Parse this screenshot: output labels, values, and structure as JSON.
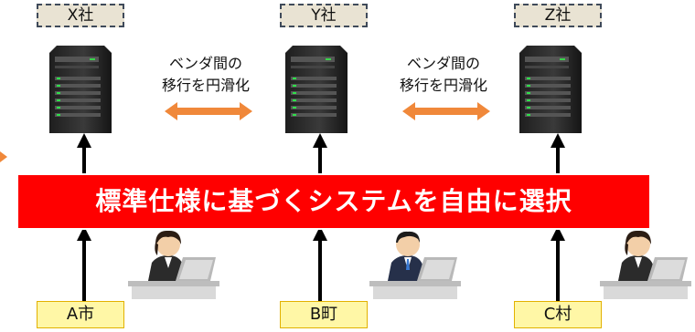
{
  "vendors": [
    {
      "label": "X社"
    },
    {
      "label": "Y社"
    },
    {
      "label": "Z社"
    }
  ],
  "migration_captions": [
    {
      "line1": "ベンダ間の",
      "line2": "移行を円滑化"
    },
    {
      "line1": "ベンダ間の",
      "line2": "移行を円滑化"
    }
  ],
  "banner": {
    "text": "標準仕様に基づくシステムを自由に選択"
  },
  "municipalities": [
    {
      "label": "A市"
    },
    {
      "label": "B町"
    },
    {
      "label": "C村"
    }
  ],
  "colors": {
    "banner_bg": "#ff0000",
    "vendor_bg": "#e9e3d3",
    "municipality_bg": "#fff7a6",
    "swap_arrow": "#f0883a"
  }
}
